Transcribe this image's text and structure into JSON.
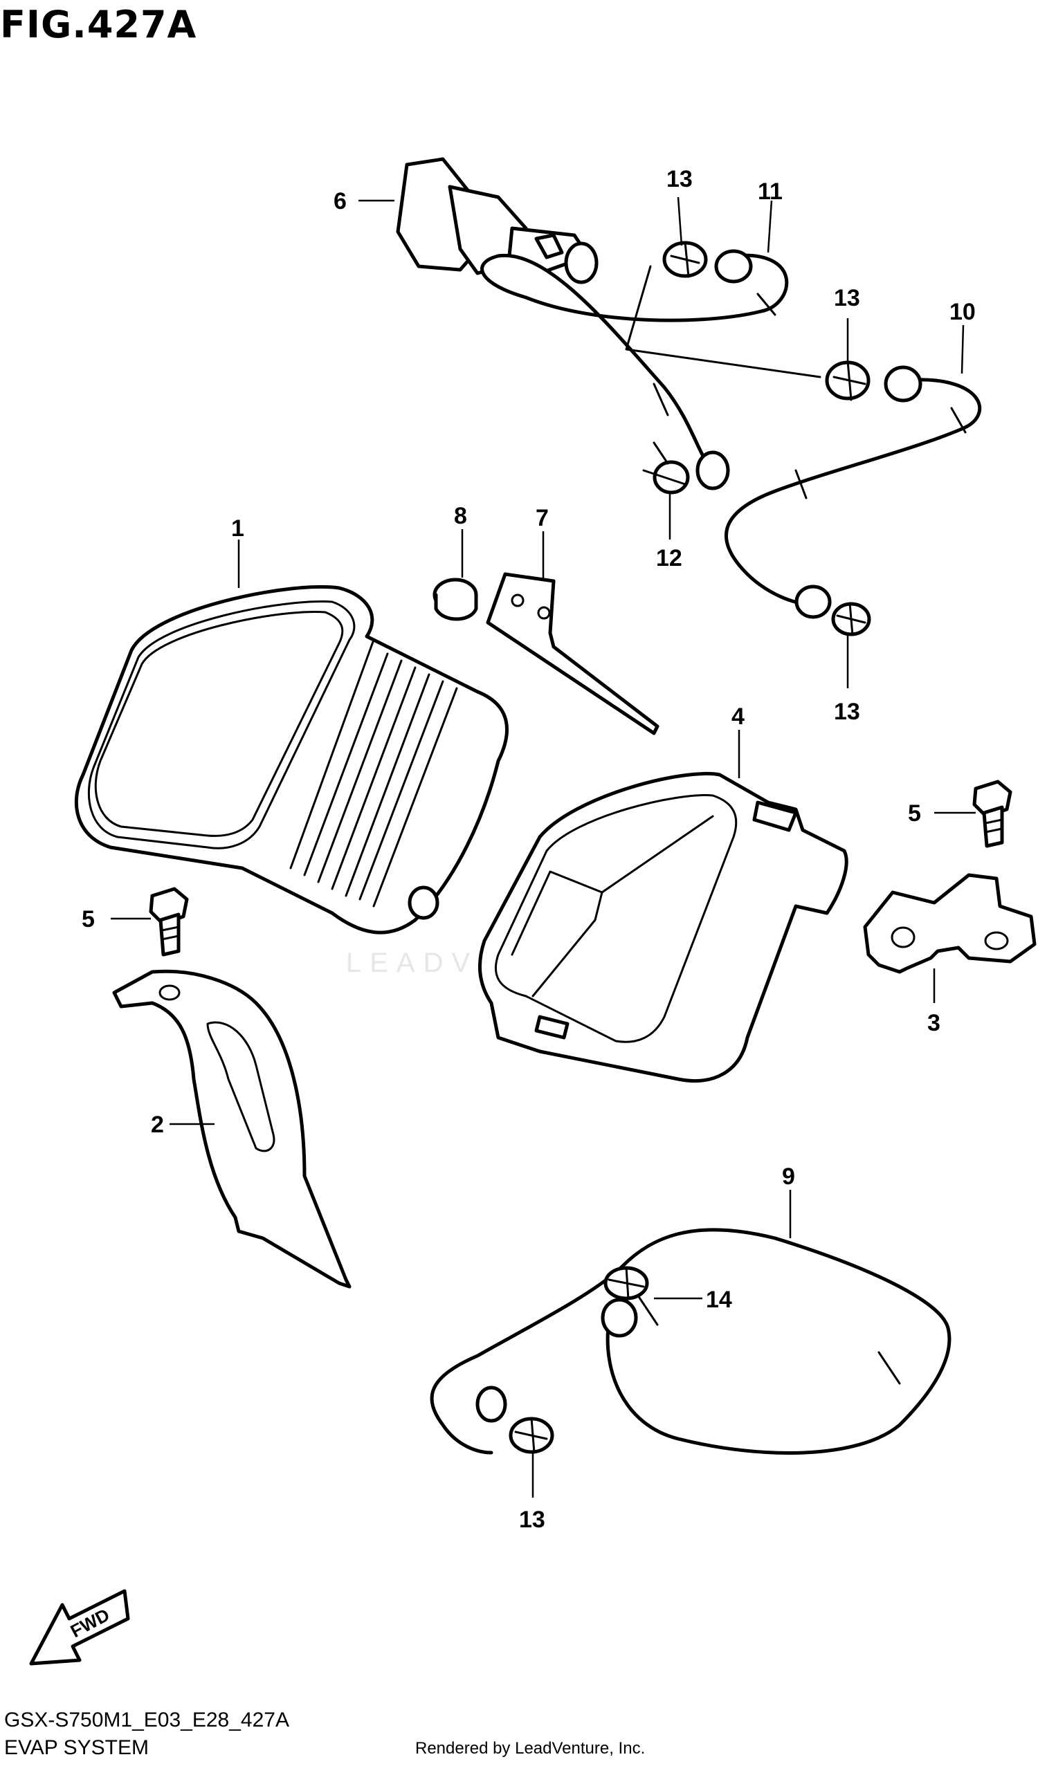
{
  "figure": {
    "title": "FIG.427A",
    "code": "GSX-S750M1_E03_E28_427A",
    "name": "EVAP SYSTEM",
    "credit": "Rendered by LeadVenture, Inc.",
    "watermark": "LEADVENTURE",
    "fwd_label": "FWD"
  },
  "callouts": [
    {
      "id": "1",
      "label": "1"
    },
    {
      "id": "2",
      "label": "2"
    },
    {
      "id": "3",
      "label": "3"
    },
    {
      "id": "4",
      "label": "4"
    },
    {
      "id": "5a",
      "label": "5"
    },
    {
      "id": "5b",
      "label": "5"
    },
    {
      "id": "6",
      "label": "6"
    },
    {
      "id": "7",
      "label": "7"
    },
    {
      "id": "8",
      "label": "8"
    },
    {
      "id": "9",
      "label": "9"
    },
    {
      "id": "10",
      "label": "10"
    },
    {
      "id": "11",
      "label": "11"
    },
    {
      "id": "12",
      "label": "12"
    },
    {
      "id": "13a",
      "label": "13"
    },
    {
      "id": "13b",
      "label": "13"
    },
    {
      "id": "13c",
      "label": "13"
    },
    {
      "id": "13d",
      "label": "13"
    },
    {
      "id": "14",
      "label": "14"
    }
  ],
  "icons": {
    "fwd_arrow": "fwd-arrow-icon",
    "watermark_logo": "flame-logo-icon"
  }
}
